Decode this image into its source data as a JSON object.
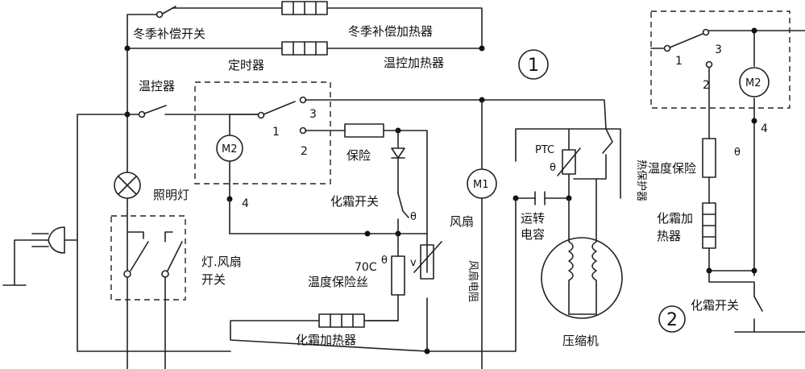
{
  "labels": {
    "winter_switch": "冬季补偿开关",
    "winter_heater": "冬季补偿加热器",
    "temp_heater": "温控加热器",
    "thermostat": "温控器",
    "timer": "定时器",
    "circuit1_number": "1",
    "circuit2_number": "2",
    "m2": "M2",
    "m1": "M1",
    "contact_1": "1",
    "contact_2": "2",
    "contact_3": "3",
    "contact_4": "4",
    "fuse": "保险",
    "lamp": "照明灯",
    "lamp_fan_switch_1": "灯.风扇",
    "lamp_fan_switch_2": "开关",
    "defrost_switch": "化霜开关",
    "fan": "风扇",
    "fan_v": "v",
    "theta": "θ",
    "temp_70c": "70C",
    "temp_fuse_wire": "温度保险丝",
    "defrost_heater": "化霜加热器",
    "ptc": "PTC",
    "run_cap_1": "运转",
    "run_cap_2": "电容",
    "compressor": "压缩机",
    "thermal_protector": "热保护器",
    "fan_resistor": "风扇电阻",
    "temp_fuse_right": "温度保险",
    "defrost_heater_right_1": "化霜加",
    "defrost_heater_right_2": "热器",
    "defrost_switch_right": "化霜开关"
  }
}
